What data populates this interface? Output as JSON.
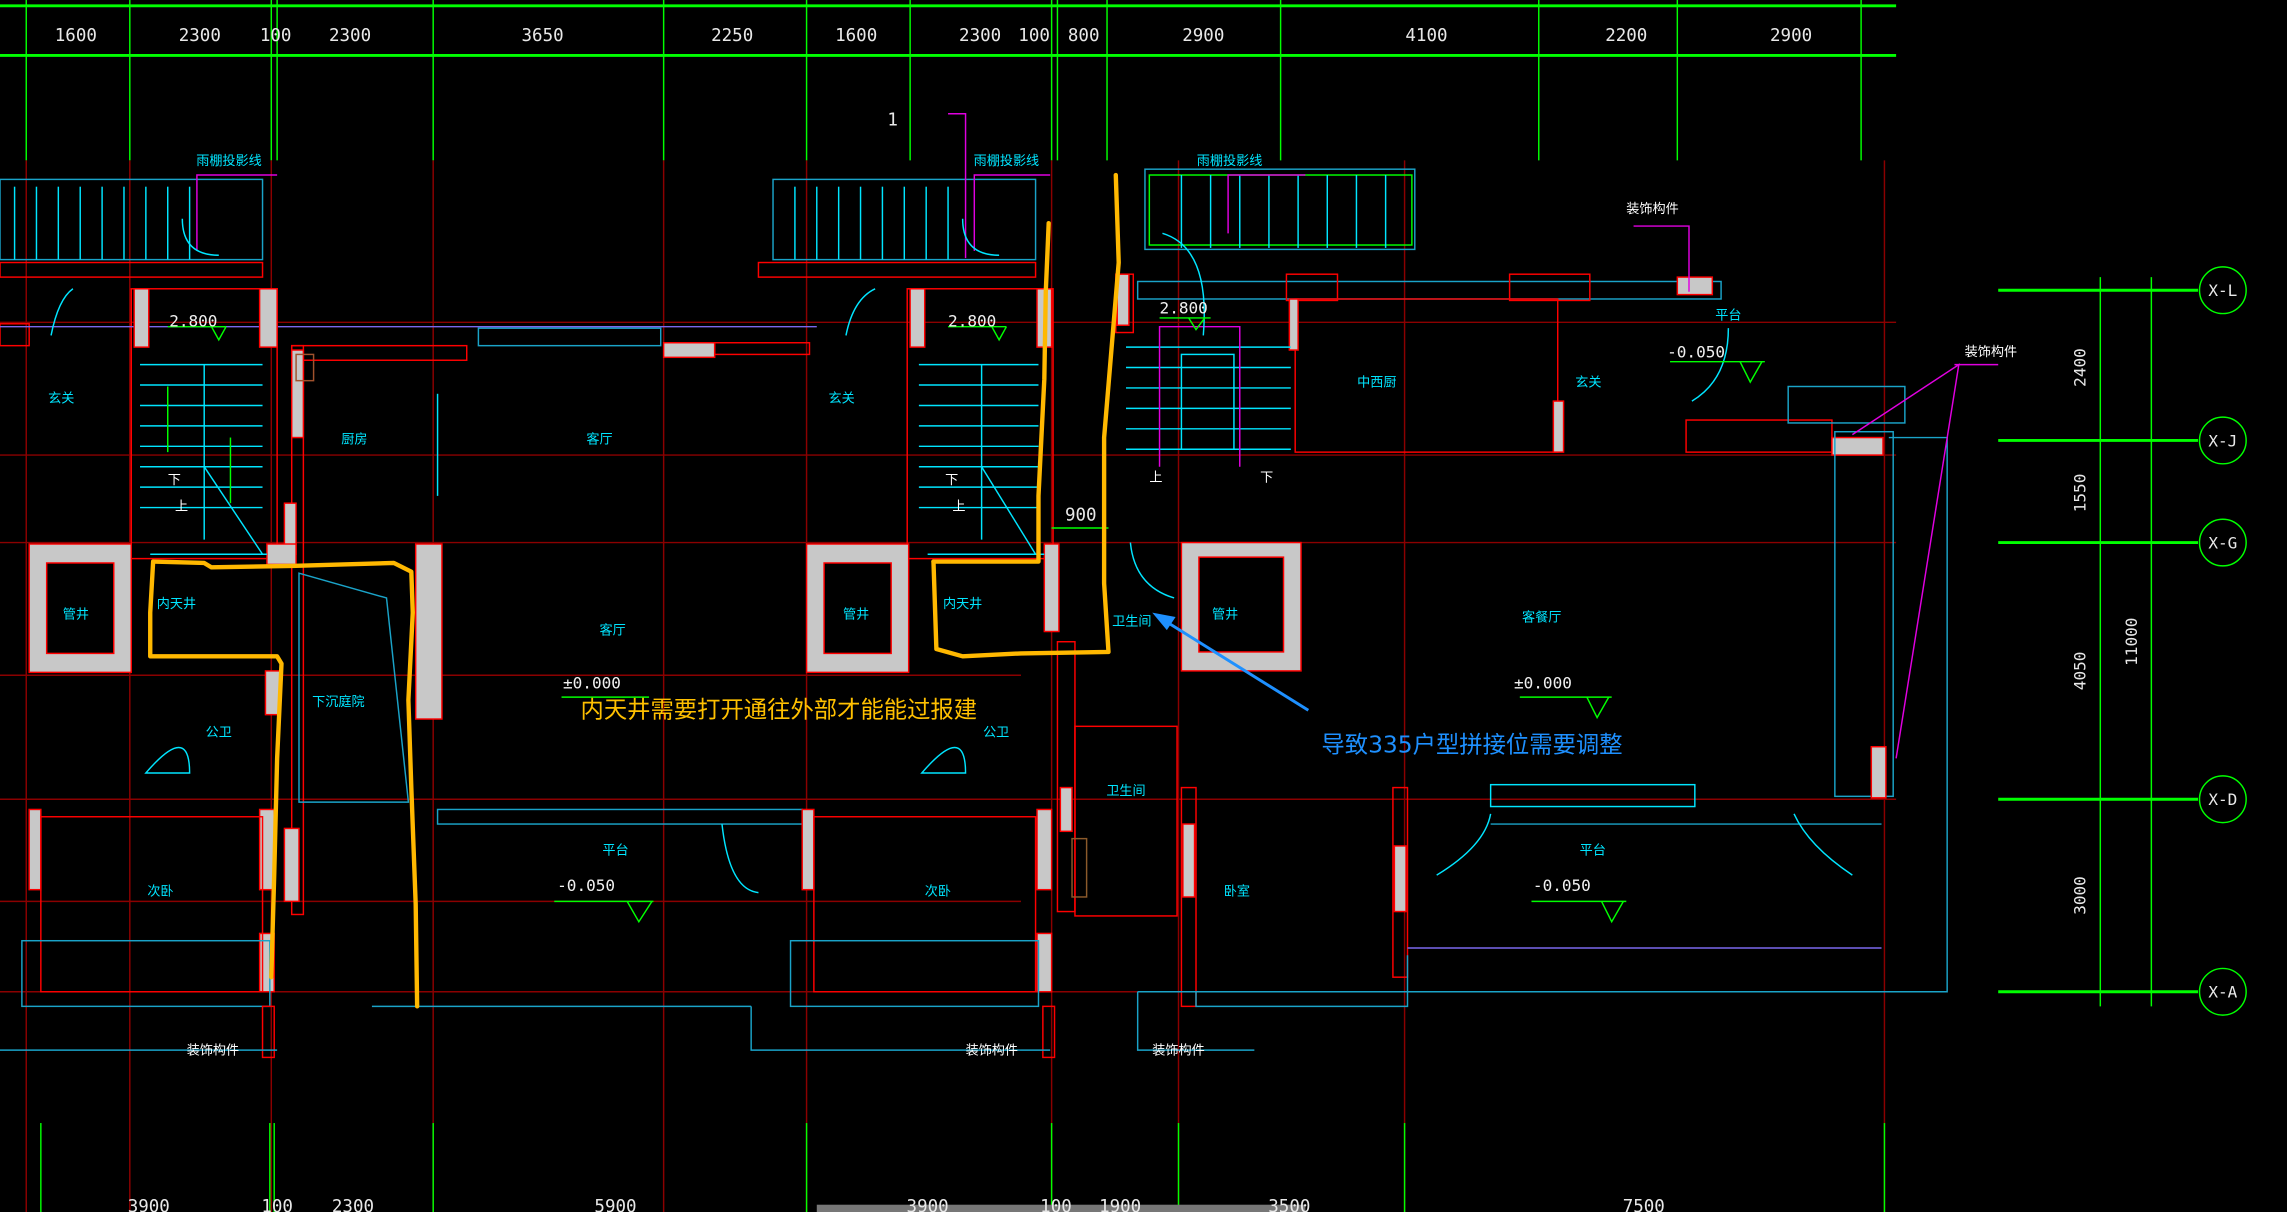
{
  "top_dims": [
    "1600",
    "2300",
    "100",
    "2300",
    "3650",
    "2250",
    "1600",
    "2300",
    "100",
    "800",
    "2900",
    "4100",
    "2200",
    "2900"
  ],
  "bottom_dims": [
    "3900",
    "100",
    "2300",
    "5900",
    "3900",
    "100",
    "1900",
    "3500",
    "7500"
  ],
  "right_dims": [
    "2400",
    "1550",
    "4050",
    "3000",
    "11000"
  ],
  "axes": [
    "X-L",
    "X-J",
    "X-G",
    "X-D",
    "X-A"
  ],
  "section_mark": "1",
  "dim_900": "900",
  "rooms": {
    "xuanguan": "玄关",
    "chufang": "厨房",
    "keting": "客厅",
    "guanjing": "管井",
    "neitianjing": "内天井",
    "xiachen": "下沉庭院",
    "gongwei": "公卫",
    "ciwo": "次卧",
    "pingtai": "平台",
    "zhongxichu": "中西厨",
    "kecanting": "客餐厅",
    "weishengjian": "卫生间",
    "woshi": "卧室"
  },
  "elevations": {
    "e2800": "2.800",
    "em0050": "-0.050",
    "e0000": "±0.000"
  },
  "notes": {
    "canopy": "雨棚投影线",
    "decor": "装饰构件",
    "up": "上",
    "down": "下"
  },
  "annotations": {
    "yellow": "内天井需要打开通往外部才能能过报建",
    "blue": "导致335户型拼接位需要调整"
  },
  "colors": {
    "background": "#000000",
    "grid": "#00ff00",
    "wall": "#ff0000",
    "annotation_yellow": "#ffb800",
    "annotation_blue": "#1e90ff"
  }
}
